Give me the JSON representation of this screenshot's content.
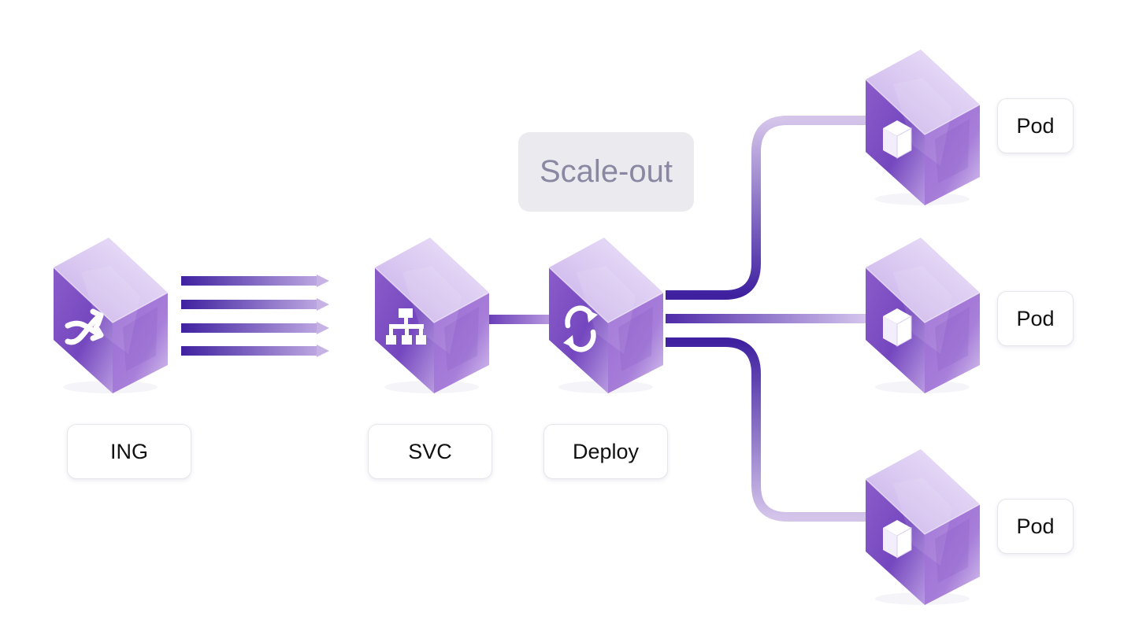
{
  "diagram": {
    "annotation": "Scale-out",
    "nodes": [
      {
        "id": "ing",
        "label": "ING",
        "icon": "shuffle-icon"
      },
      {
        "id": "svc",
        "label": "SVC",
        "icon": "network-tree-icon"
      },
      {
        "id": "deploy",
        "label": "Deploy",
        "icon": "refresh-icon"
      },
      {
        "id": "pod-1",
        "label": "Pod",
        "icon": "box-icon"
      },
      {
        "id": "pod-2",
        "label": "Pod",
        "icon": "box-icon"
      },
      {
        "id": "pod-3",
        "label": "Pod",
        "icon": "box-icon"
      }
    ],
    "connections": [
      {
        "from": "ing",
        "to": "svc",
        "style": "parallel-arrows"
      },
      {
        "from": "svc",
        "to": "deploy",
        "style": "line"
      },
      {
        "from": "deploy",
        "to": "pod-1",
        "style": "curve"
      },
      {
        "from": "deploy",
        "to": "pod-2",
        "style": "line"
      },
      {
        "from": "deploy",
        "to": "pod-3",
        "style": "curve"
      }
    ],
    "colors": {
      "cube_dark": "#6a3fb8",
      "cube_light": "#d7c6ef",
      "connector_dark": "#3f21a0",
      "connector_light": "#d4c4ea",
      "annotation_bg": "#ebebef",
      "annotation_text": "#8a87a3"
    }
  }
}
